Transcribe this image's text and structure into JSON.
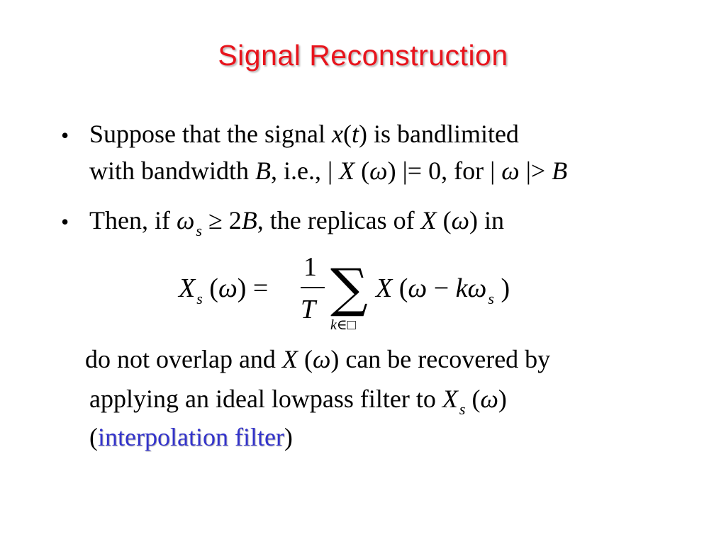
{
  "slide": {
    "title": "Signal Reconstruction",
    "bullet_glyph": "•",
    "bullet1": {
      "l1_a": "Suppose that the signal ",
      "l1_x": "x",
      "l1_b": "(",
      "l1_t": "t",
      "l1_c": ") is bandlimited",
      "l2_a": "with bandwidth ",
      "l2_B": "B",
      "l2_b": ", i.e., | ",
      "l2_X": "X",
      "l2_c": " (",
      "l2_w": "ω",
      "l2_d": ") |= 0, for | ",
      "l2_w2": "ω",
      "l2_e": " |> ",
      "l2_B2": "B"
    },
    "bullet2": {
      "a": "Then, if ",
      "w": "ω",
      "s": "s",
      "b": " ≥ 2",
      "B": "B",
      "c": ",  the replicas of ",
      "X": "X",
      "d": " (",
      "w2": "ω",
      "e": ")  in"
    },
    "equation": {
      "lhs_X": "X",
      "lhs_s": "s",
      "lhs_rest_a": " (",
      "lhs_w": "ω",
      "lhs_rest_b": ") =",
      "num": "1",
      "den": "T",
      "sigma": "∑",
      "sum_k": "k",
      "sum_in": "∈",
      "sum_set": "□",
      "rhs_X": "X",
      "rhs_a": " (",
      "rhs_w": "ω",
      "rhs_b": " − ",
      "rhs_k": "k",
      "rhs_w2": "ω",
      "rhs_s": "s",
      "rhs_c": " )"
    },
    "cont": {
      "l1_a": "do not overlap and ",
      "l1_X": "X",
      "l1_b": " (",
      "l1_w": "ω",
      "l1_c": ") can be recovered by",
      "l2_a": "applying an ideal lowpass filter to ",
      "l2_X": "X",
      "l2_s": "s",
      "l2_b": " (",
      "l2_w": "ω",
      "l2_c": ")",
      "l3_open": "(",
      "l3_hl": "interpolation filter",
      "l3_close": ")"
    }
  }
}
